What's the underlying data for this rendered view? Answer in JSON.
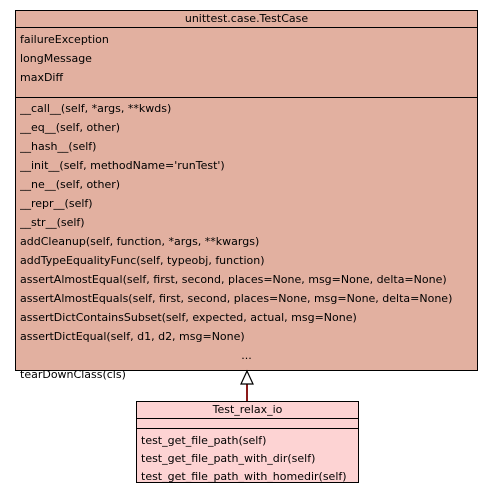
{
  "colors": {
    "parent_fill": "#e2b0a0",
    "child_fill": "#fdd3d3",
    "border": "#000000",
    "connector": "#8b1a1a"
  },
  "parent_class": {
    "name": "unittest.case.TestCase",
    "attributes": [
      "failureException",
      "longMessage",
      "maxDiff"
    ],
    "methods": [
      "__call__(self, *args, **kwds)",
      "__eq__(self, other)",
      "__hash__(self)",
      "__init__(self, methodName='runTest')",
      "__ne__(self, other)",
      "__repr__(self)",
      "__str__(self)",
      "addCleanup(self, function, *args, **kwargs)",
      "addTypeEqualityFunc(self, typeobj, function)",
      "assertAlmostEqual(self, first, second, places=None, msg=None, delta=None)",
      "assertAlmostEquals(self, first, second, places=None, msg=None, delta=None)",
      "assertDictContainsSubset(self, expected, actual, msg=None)",
      "assertDictEqual(self, d1, d2, msg=None)"
    ],
    "ellipsis": "...",
    "last_method": "tearDownClass(cls)"
  },
  "child_class": {
    "name": "Test_relax_io",
    "methods": [
      "test_get_file_path(self)",
      "test_get_file_path_with_dir(self)",
      "test_get_file_path_with_homedir(self)"
    ]
  },
  "relationship": {
    "type": "inheritance",
    "arrow": "hollow-triangle"
  }
}
